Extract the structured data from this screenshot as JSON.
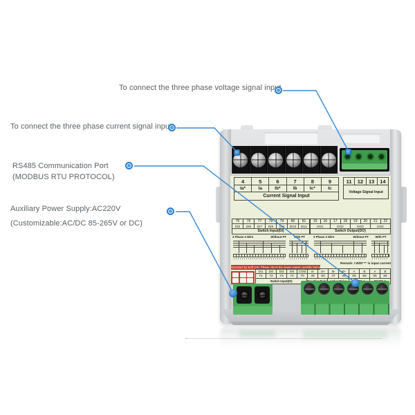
{
  "colors": {
    "accent_blue": "#3a8ad6",
    "annotation_text_gray": "#5a6064",
    "label_bg": "#ecefda",
    "connector_green": "#46a254",
    "warning_red": "#c43a32",
    "case_gray": "#d6d8da"
  },
  "annotations": {
    "voltage": {
      "text": "To connect the three phase voltage signal input"
    },
    "current": {
      "text": "To connect the three phase current signal input"
    },
    "rs485": {
      "line1": "RS485 Communication Port",
      "line2": "(MODBUS RTU PROTOCOL)"
    },
    "power": {
      "line1": "Auxiliary Power Supply:AC220V",
      "line2": "(Customizable:AC/DC 85-265V or DC)"
    }
  },
  "label": {
    "current_table": {
      "numbers": [
        "4",
        "5",
        "6",
        "7",
        "8",
        "9"
      ],
      "signals": [
        "Ia*",
        "Ia",
        "Ib*",
        "Ib",
        "Ic*",
        "Ic"
      ],
      "caption": "Current Signal Input"
    },
    "voltage_table": {
      "numbers": [
        "11",
        "12",
        "13",
        "14"
      ],
      "caption": "Voltage Signal Input"
    },
    "switch_input_top": {
      "numbers": [
        "75",
        "76",
        "77",
        "78",
        "79",
        "80",
        "81"
      ],
      "signals": [
        "DI5",
        "DI6",
        "DI7",
        "DI8",
        "DI9",
        "DI10",
        "DI11"
      ],
      "caption": "Switch Input(DI)"
    },
    "switch_output": {
      "numbers": [
        "15",
        "16",
        "17",
        "18",
        "19",
        "20",
        "21",
        "22"
      ],
      "signals": [
        "DO1",
        "DO2",
        "DO3",
        "DO4"
      ],
      "caption": "Switch Output(DO)"
    },
    "wiring": {
      "h1a": "3 Phase 4 Wire",
      "h1b": "Without PT",
      "h2": "With PT",
      "h3a": "3 Phase 3 Wire",
      "h3b": "Without PT",
      "h4": "With PT",
      "remark": "Remark: I With\"*\" is input current"
    },
    "warning": "Operated by staff only, Please check the power supply carefully before power on",
    "bottom_table": {
      "signals": [
        "DI1",
        "DI2",
        "DI3",
        "DI4",
        "COM",
        "I4-",
        "I4+",
        "I8-",
        "I8+",
        "A",
        "B",
        "A",
        "B"
      ],
      "numbers": [
        "71",
        "72",
        "73",
        "74",
        "70",
        "49",
        "50",
        "47",
        "48",
        "58",
        "59",
        "55",
        "56"
      ],
      "captions": [
        "Switch Input(DI)",
        "Reactive Pulse",
        "Active Pulse",
        "RS485-1",
        "RS485-2"
      ]
    }
  }
}
